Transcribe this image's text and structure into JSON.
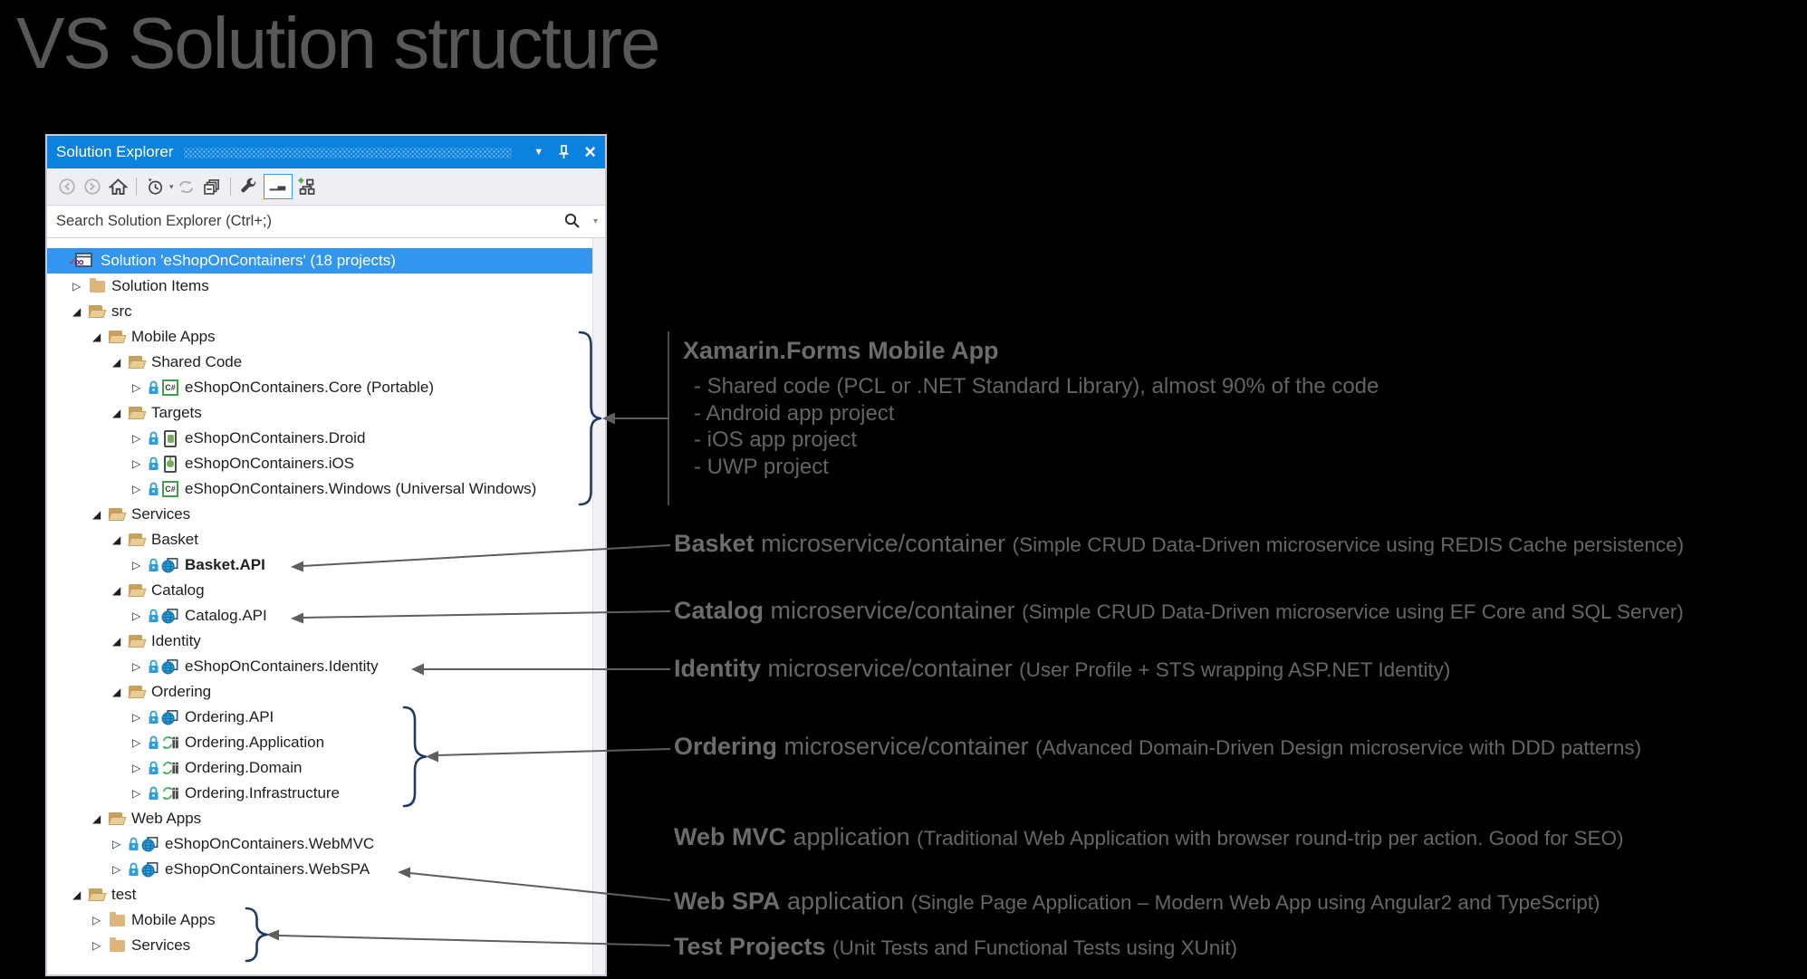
{
  "page_title": "VS Solution structure",
  "panel": {
    "title": "Solution Explorer",
    "window_controls": {
      "dropdown_glyph": "▼",
      "pin": "pin",
      "close_glyph": "×"
    },
    "toolbar": {
      "items": [
        "back",
        "forward",
        "home",
        "separator",
        "pending-changes-filter",
        "filter-dropdown",
        "sync",
        "collapse-all",
        "separator",
        "properties-wrench",
        "preview-selected-items",
        "switch-views"
      ],
      "selected_item": "preview-selected-items",
      "filter_dropdown_glyph": "▾"
    },
    "search": {
      "placeholder": "Search Solution Explorer (Ctrl+;)",
      "value": "",
      "dropdown_glyph": "▾"
    },
    "tree": [
      {
        "label": "Solution 'eShopOnContainers' (18 projects)",
        "level": 0,
        "expand": "none",
        "icon": "solution",
        "locked": false,
        "selected": true,
        "bold": false
      },
      {
        "label": "Solution Items",
        "level": 1,
        "expand": "closed",
        "icon": "folder-closed",
        "locked": false,
        "selected": false,
        "bold": false
      },
      {
        "label": "src",
        "level": 1,
        "expand": "open",
        "icon": "folder-open",
        "locked": false,
        "selected": false,
        "bold": false
      },
      {
        "label": "Mobile Apps",
        "level": 2,
        "expand": "open",
        "icon": "folder-open",
        "locked": false,
        "selected": false,
        "bold": false
      },
      {
        "label": "Shared Code",
        "level": 3,
        "expand": "open",
        "icon": "folder-open",
        "locked": false,
        "selected": false,
        "bold": false
      },
      {
        "label": "eShopOnContainers.Core (Portable)",
        "level": 4,
        "expand": "closed",
        "icon": "csharp",
        "locked": true,
        "selected": false,
        "bold": false
      },
      {
        "label": "Targets",
        "level": 3,
        "expand": "open",
        "icon": "folder-open",
        "locked": false,
        "selected": false,
        "bold": false
      },
      {
        "label": "eShopOnContainers.Droid",
        "level": 4,
        "expand": "closed",
        "icon": "droid",
        "locked": true,
        "selected": false,
        "bold": false
      },
      {
        "label": "eShopOnContainers.iOS",
        "level": 4,
        "expand": "closed",
        "icon": "ios",
        "locked": true,
        "selected": false,
        "bold": false
      },
      {
        "label": "eShopOnContainers.Windows (Universal Windows)",
        "level": 4,
        "expand": "closed",
        "icon": "csharp",
        "locked": true,
        "selected": false,
        "bold": false
      },
      {
        "label": "Services",
        "level": 2,
        "expand": "open",
        "icon": "folder-open",
        "locked": false,
        "selected": false,
        "bold": false
      },
      {
        "label": "Basket",
        "level": 3,
        "expand": "open",
        "icon": "folder-open",
        "locked": false,
        "selected": false,
        "bold": false
      },
      {
        "label": "Basket.API",
        "level": 4,
        "expand": "closed",
        "icon": "web",
        "locked": true,
        "selected": false,
        "bold": true
      },
      {
        "label": "Catalog",
        "level": 3,
        "expand": "open",
        "icon": "folder-open",
        "locked": false,
        "selected": false,
        "bold": false
      },
      {
        "label": "Catalog.API",
        "level": 4,
        "expand": "closed",
        "icon": "web",
        "locked": true,
        "selected": false,
        "bold": false
      },
      {
        "label": "Identity",
        "level": 3,
        "expand": "open",
        "icon": "folder-open",
        "locked": false,
        "selected": false,
        "bold": false
      },
      {
        "label": "eShopOnContainers.Identity",
        "level": 4,
        "expand": "closed",
        "icon": "web",
        "locked": true,
        "selected": false,
        "bold": false
      },
      {
        "label": "Ordering",
        "level": 3,
        "expand": "open",
        "icon": "folder-open",
        "locked": false,
        "selected": false,
        "bold": false
      },
      {
        "label": "Ordering.API",
        "level": 4,
        "expand": "closed",
        "icon": "web",
        "locked": true,
        "selected": false,
        "bold": false
      },
      {
        "label": "Ordering.Application",
        "level": 4,
        "expand": "closed",
        "icon": "lib",
        "locked": true,
        "selected": false,
        "bold": false
      },
      {
        "label": "Ordering.Domain",
        "level": 4,
        "expand": "closed",
        "icon": "lib",
        "locked": true,
        "selected": false,
        "bold": false
      },
      {
        "label": "Ordering.Infrastructure",
        "level": 4,
        "expand": "closed",
        "icon": "lib",
        "locked": true,
        "selected": false,
        "bold": false
      },
      {
        "label": "Web Apps",
        "level": 2,
        "expand": "open",
        "icon": "folder-open",
        "locked": false,
        "selected": false,
        "bold": false
      },
      {
        "label": "eShopOnContainers.WebMVC",
        "level": 3,
        "expand": "closed",
        "icon": "web",
        "locked": true,
        "selected": false,
        "bold": false
      },
      {
        "label": "eShopOnContainers.WebSPA",
        "level": 3,
        "expand": "closed",
        "icon": "web",
        "locked": true,
        "selected": false,
        "bold": false
      },
      {
        "label": "test",
        "level": 1,
        "expand": "open",
        "icon": "folder-open",
        "locked": false,
        "selected": false,
        "bold": false
      },
      {
        "label": "Mobile Apps",
        "level": 2,
        "expand": "closed",
        "icon": "folder-closed",
        "locked": false,
        "selected": false,
        "bold": false
      },
      {
        "label": "Services",
        "level": 2,
        "expand": "closed",
        "icon": "folder-closed",
        "locked": false,
        "selected": false,
        "bold": false
      }
    ]
  },
  "annotations": [
    {
      "id": "xamarin",
      "title": "Xamarin.Forms Mobile App",
      "bullets": [
        "- Shared code (PCL or .NET Standard Library), almost 90% of the code",
        "- Android app project",
        "- iOS app project",
        "- UWP project"
      ]
    },
    {
      "id": "basket",
      "bold": "Basket",
      "mid": "microservice/container",
      "paren": "(Simple CRUD Data-Driven microservice using REDIS Cache persistence)"
    },
    {
      "id": "catalog",
      "bold": "Catalog",
      "mid": "microservice/container",
      "paren": "(Simple CRUD Data-Driven microservice using EF Core and SQL Server)"
    },
    {
      "id": "identity",
      "bold": "Identity",
      "mid": "microservice/container",
      "paren": "(User Profile + STS wrapping ASP.NET Identity)"
    },
    {
      "id": "ordering",
      "bold": "Ordering",
      "mid": "microservice/container",
      "paren": "(Advanced Domain-Driven Design microservice with DDD patterns)"
    },
    {
      "id": "webmvc",
      "bold": "Web MVC",
      "mid": "application",
      "paren": "(Traditional Web Application with browser round-trip per action. Good for SEO)"
    },
    {
      "id": "webspa",
      "bold": "Web SPA",
      "mid": "application",
      "paren": "(Single Page Application – Modern Web App using Angular2 and TypeScript)"
    },
    {
      "id": "test",
      "bold": "Test Projects",
      "mid": "",
      "paren": "(Unit Tests and Functional Tests using XUnit)"
    }
  ],
  "colors": {
    "background": "#000000",
    "page_title_gray": "#585858",
    "titlebar_blue": "#0B83DE",
    "selection_blue": "#3296F1",
    "toolbar_gray": "#EFEFF3",
    "folder_tan": "#DCB67A",
    "lock_blue": "#2D9FD8",
    "globe_blue": "#2FA0DC",
    "csharp_green": "#3FA046",
    "brace_navy": "#1E3A64",
    "arrow_gray": "#5E5E5E",
    "annotation_gray": "#666666"
  }
}
